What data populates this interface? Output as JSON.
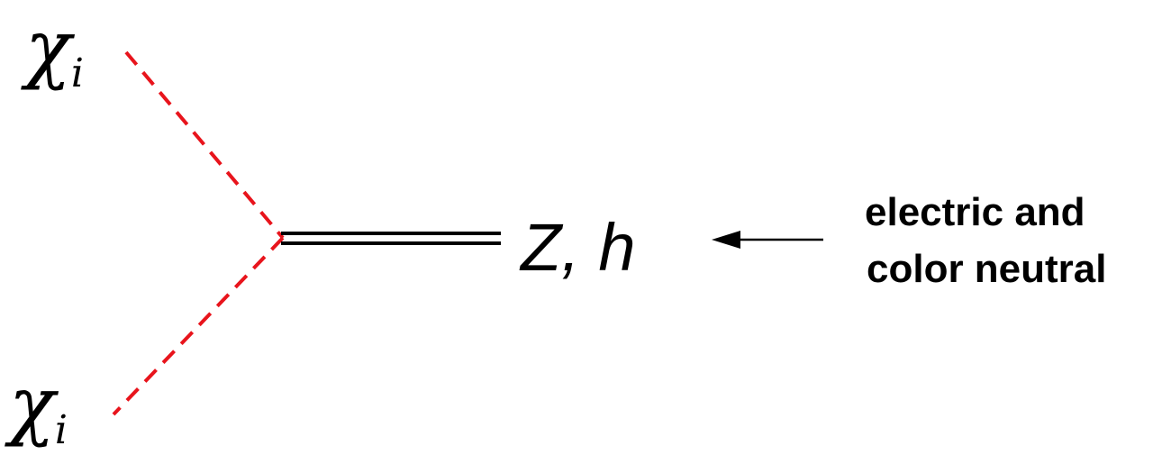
{
  "particles": {
    "top": {
      "symbol": "χ",
      "subscript": "i"
    },
    "bottom": {
      "symbol": "χ",
      "subscript": "i"
    }
  },
  "mediator": {
    "label": "Z, h"
  },
  "annotation": {
    "line1": "electric and",
    "line2": "color neutral"
  },
  "colors": {
    "scalar_line": "#e8141c",
    "mediator_line": "#000000",
    "text": "#000000"
  }
}
